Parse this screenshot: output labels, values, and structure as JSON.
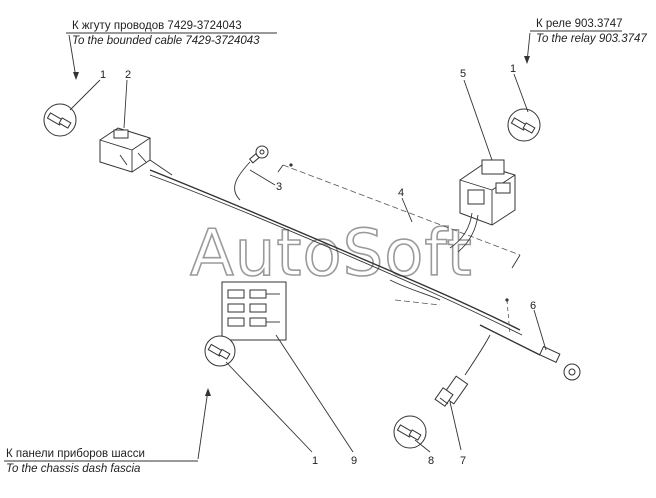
{
  "callouts": {
    "top_left_ru": "К жгуту проводов 7429-3724043",
    "top_left_en": "To the bounded cable 7429-3724043",
    "top_right_ru": "К реле 903.3747",
    "top_right_en": "To the relay 903.3747",
    "bottom_left_ru": "К панели приборов шасси",
    "bottom_left_en": "To the chassis dash fascia"
  },
  "part_numbers": {
    "n1_top_left": "1",
    "n2": "2",
    "n3": "3",
    "n4": "4",
    "n5": "5",
    "n1_top_right": "1",
    "n6": "6",
    "n7": "7",
    "n8": "8",
    "n1_bottom": "1",
    "n9": "9"
  },
  "watermark": "AutoSoft"
}
